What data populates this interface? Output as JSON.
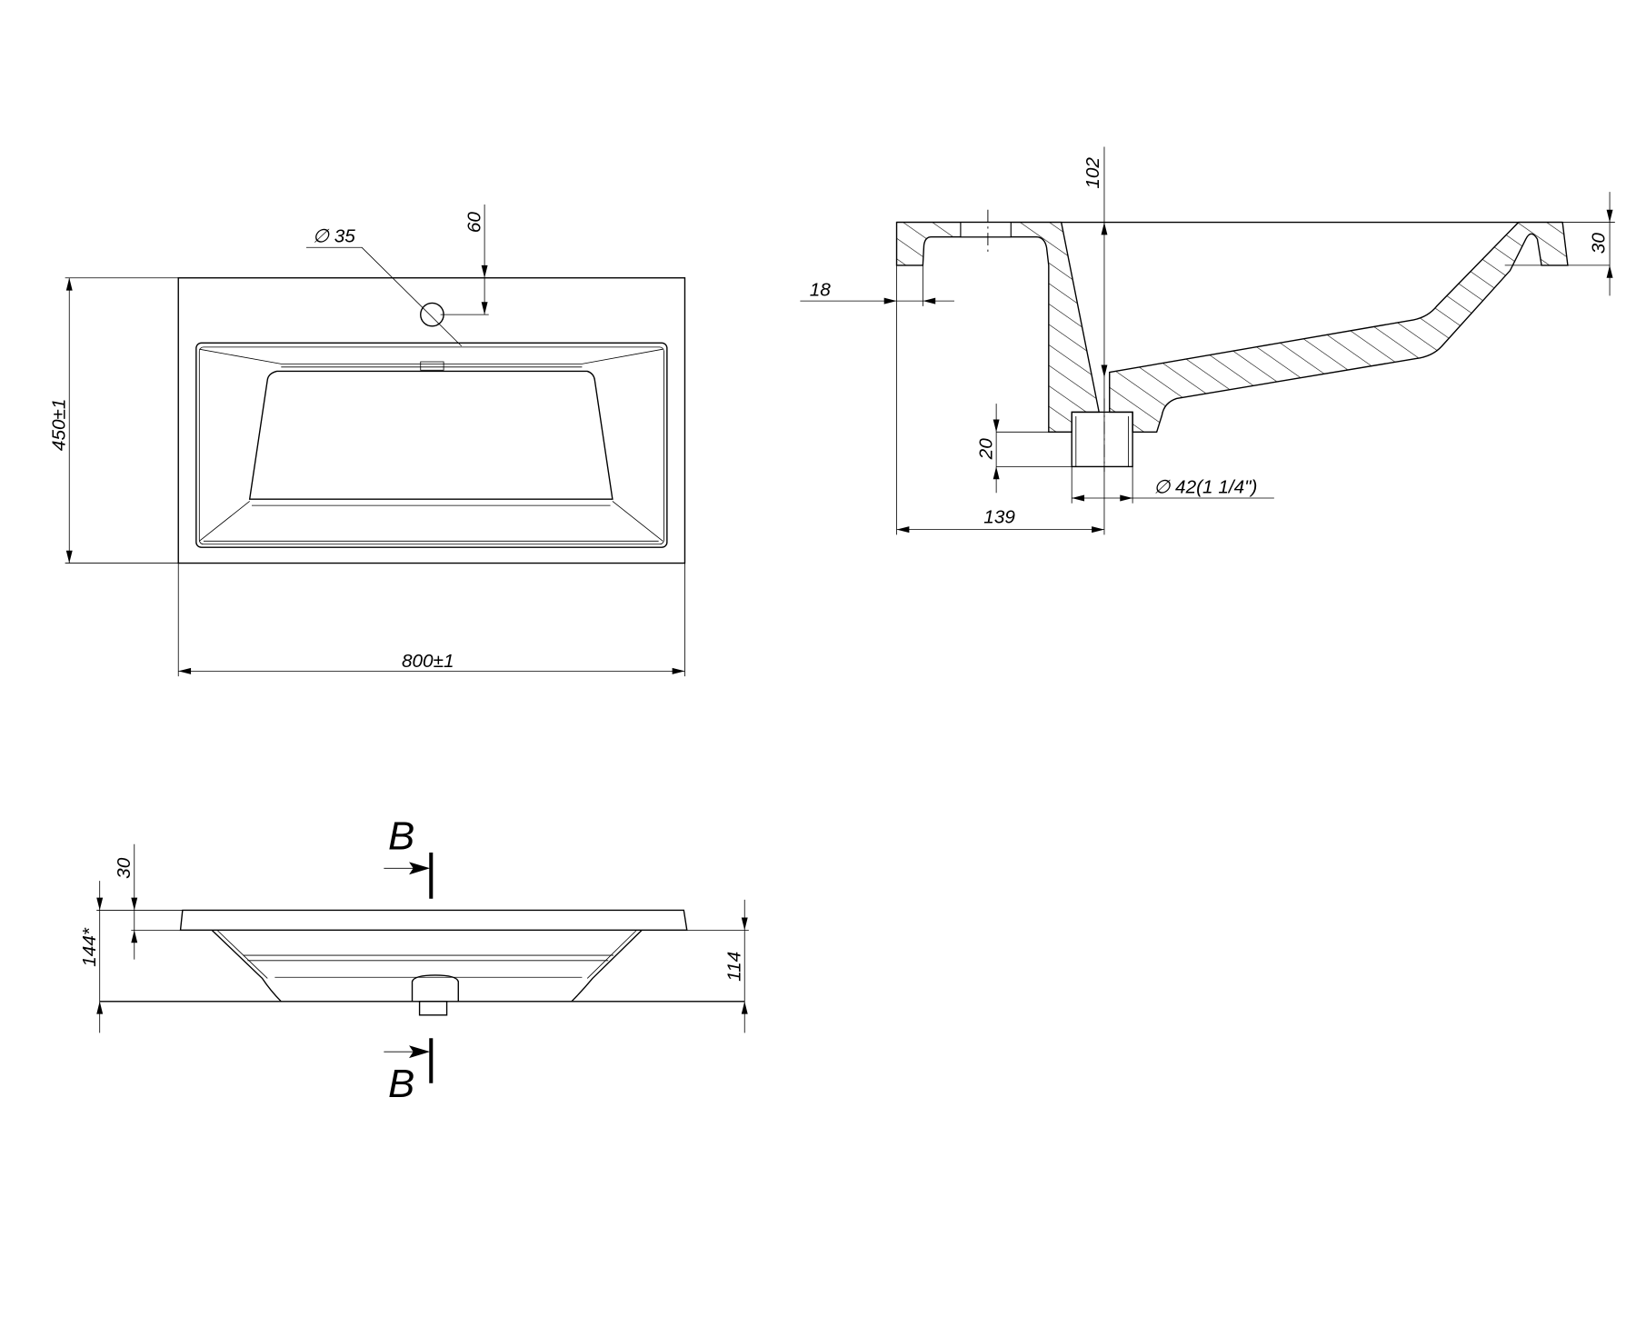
{
  "colors": {
    "line": "#000000",
    "background": "#ffffff"
  },
  "top_view": {
    "hole_diameter_label": "∅ 35",
    "hole_offset_label": "60",
    "depth_label": "450±1",
    "width_label": "800±1"
  },
  "section_view": {
    "wall_label": "18",
    "bowl_depth_label": "102",
    "rim_label": "30",
    "drain_height_label": "20",
    "drain_diameter_label": "∅ 42(1 1/4\")",
    "drain_offset_label": "139"
  },
  "front_view": {
    "section_mark_top": "B",
    "section_mark_bottom": "B",
    "rim_label": "30",
    "total_height_label": "144*",
    "bowl_height_label": "114"
  }
}
